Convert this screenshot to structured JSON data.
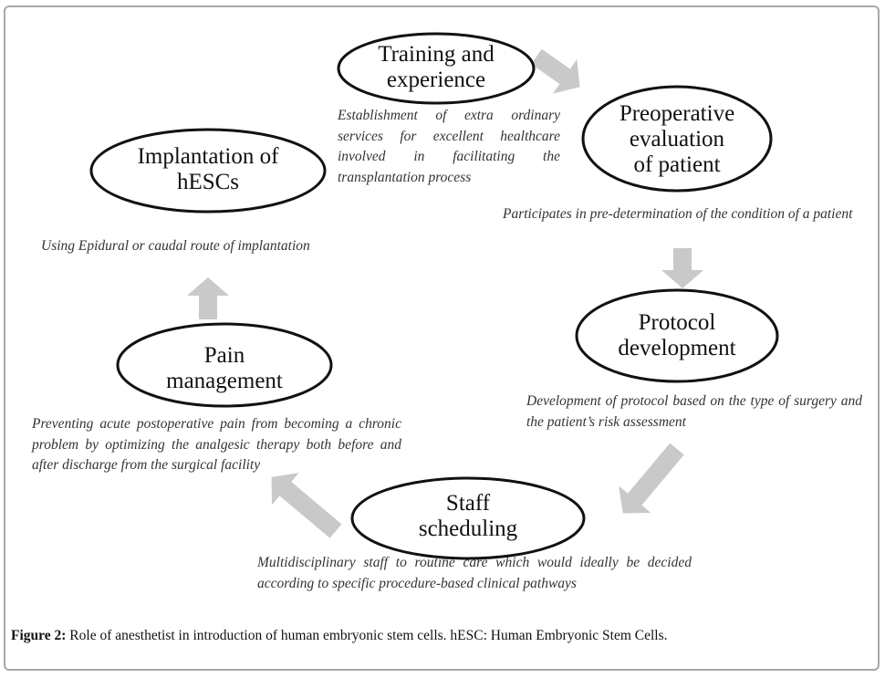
{
  "nodes": [
    {
      "id": "training",
      "label": "Training and experience",
      "lines": [
        "Training and",
        "experience"
      ],
      "description": "Establishment of extra ordinary services for excellent healthcare involved in facilitating the transplantation process"
    },
    {
      "id": "preoperative",
      "label": "Preoperative evaluation of patient",
      "lines": [
        "Preoperative",
        "evaluation",
        "of patient"
      ],
      "description": "Participates in pre-determination of the condition of a patient"
    },
    {
      "id": "protocol",
      "label": "Protocol development",
      "lines": [
        "Protocol",
        "development"
      ],
      "description": "Development of protocol based on the type of surgery and the patient’s risk assessment"
    },
    {
      "id": "staff",
      "label": "Staff scheduling",
      "lines": [
        "Staff",
        "scheduling"
      ],
      "description": "Multidisciplinary staff to routine care which would ideally be decided according to specific procedure-based clinical pathways"
    },
    {
      "id": "pain",
      "label": "Pain management",
      "lines": [
        "Pain",
        "management"
      ],
      "description": "Preventing acute postoperative pain from becoming a chronic problem by optimizing the analgesic therapy both before and after discharge from the surgical facility"
    },
    {
      "id": "implantation",
      "label": "Implantation of hESCs",
      "lines": [
        "Implantation of",
        "hESCs"
      ],
      "description": "Using Epidural or caudal route of implantation"
    }
  ],
  "edges": [
    {
      "from": "training",
      "to": "preoperative"
    },
    {
      "from": "preoperative",
      "to": "protocol"
    },
    {
      "from": "protocol",
      "to": "staff"
    },
    {
      "from": "staff",
      "to": "pain"
    },
    {
      "from": "pain",
      "to": "implantation"
    }
  ],
  "caption": {
    "label": "Figure 2:",
    "text": " Role of anesthetist in introduction of human embryonic stem cells. hESC: Human Embryonic Stem Cells."
  },
  "colors": {
    "arrow": "#c9c9c9",
    "outline": "#111111",
    "frame": "#a8a8a8"
  }
}
